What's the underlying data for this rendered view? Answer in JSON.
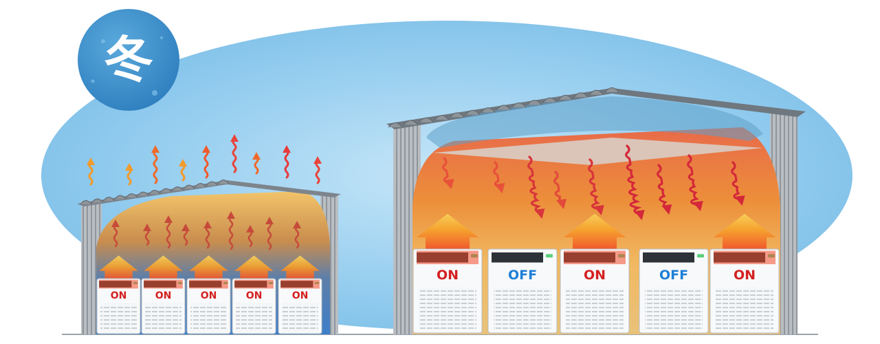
{
  "season_badge": {
    "text": "冬"
  },
  "colors": {
    "sky": "#8ec9ec",
    "badge": "#3a8fc9",
    "on": "#d42020",
    "off": "#1e7fd6",
    "heat_arrow": "#e8503a",
    "warm_air": "#f29a2e"
  },
  "small_building": {
    "units": [
      {
        "state": "ON"
      },
      {
        "state": "ON"
      },
      {
        "state": "ON"
      },
      {
        "state": "ON"
      },
      {
        "state": "ON"
      }
    ]
  },
  "large_building": {
    "units": [
      {
        "state": "ON"
      },
      {
        "state": "OFF"
      },
      {
        "state": "ON"
      },
      {
        "state": "OFF"
      },
      {
        "state": "ON"
      }
    ]
  }
}
